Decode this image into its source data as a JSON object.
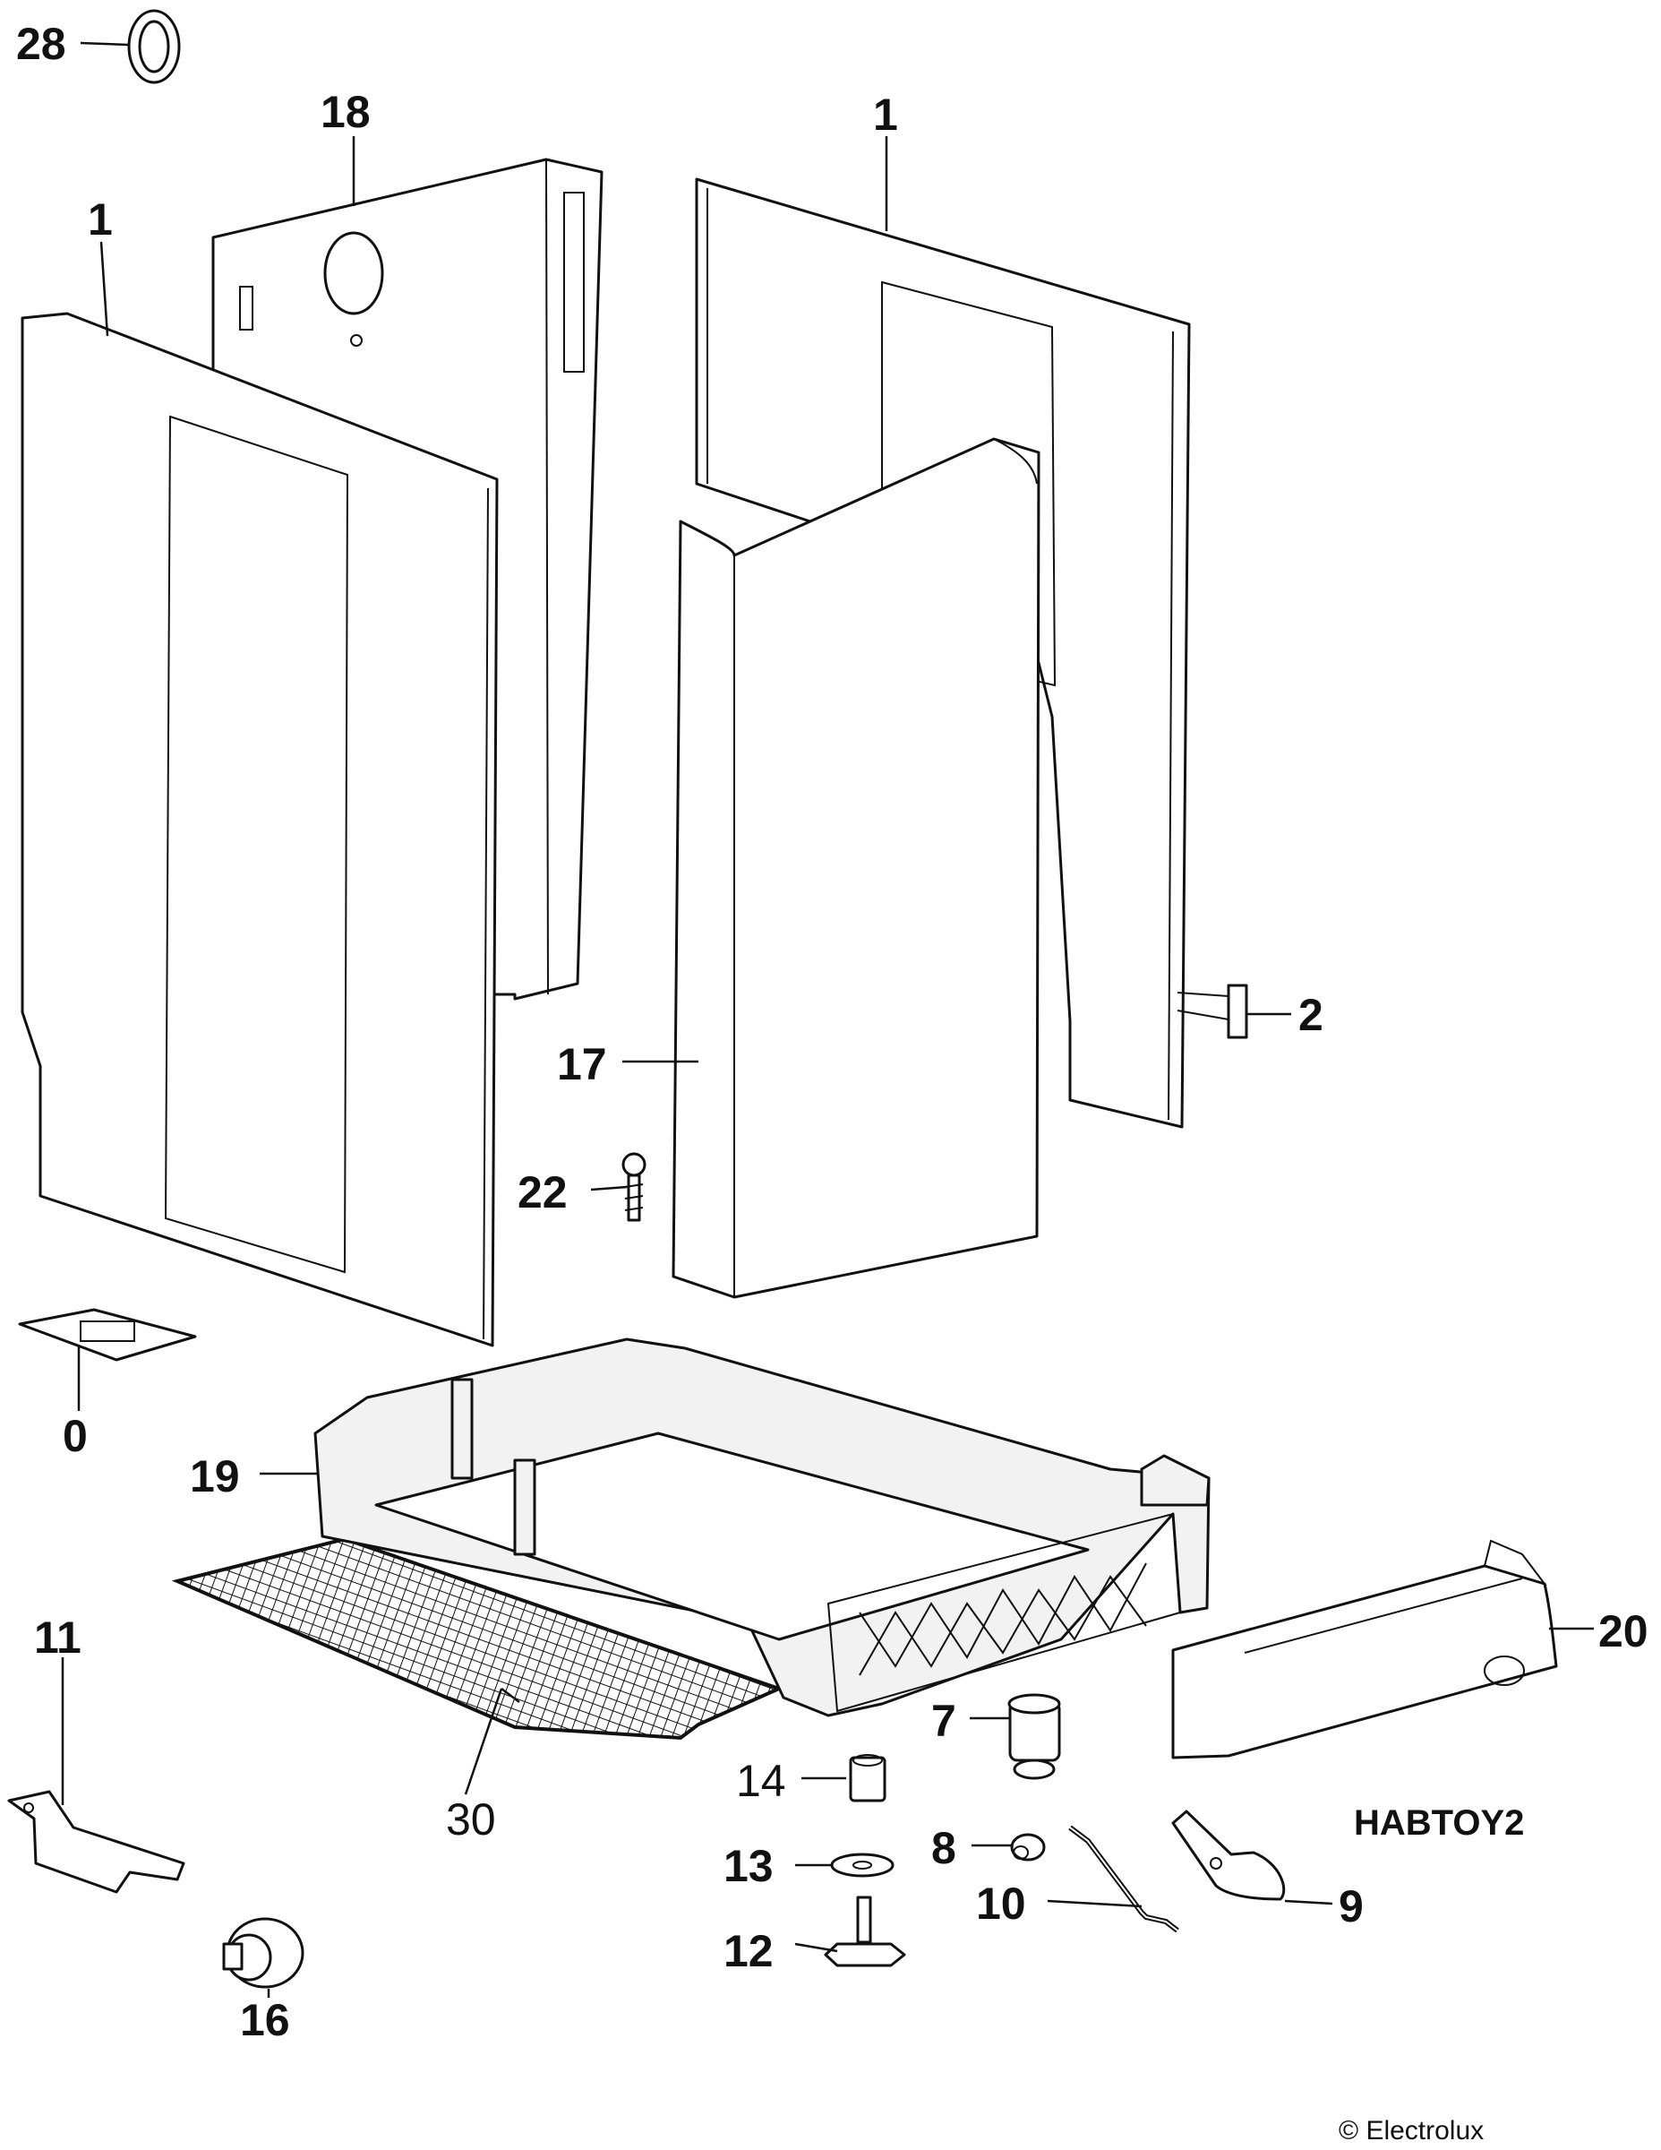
{
  "labels": {
    "p28": "28",
    "p18": "18",
    "p1_left": "1",
    "p1_right": "1",
    "p2": "2",
    "p17": "17",
    "p22": "22",
    "p0": "0",
    "p19": "19",
    "p20": "20",
    "p11": "11",
    "p7": "7",
    "p14": "14",
    "p8": "8",
    "p30": "30",
    "p16": "16",
    "p13": "13",
    "p10": "10",
    "p9": "9",
    "p12": "12"
  },
  "diagram_code": "HABTOY2",
  "copyright": "© Electrolux"
}
